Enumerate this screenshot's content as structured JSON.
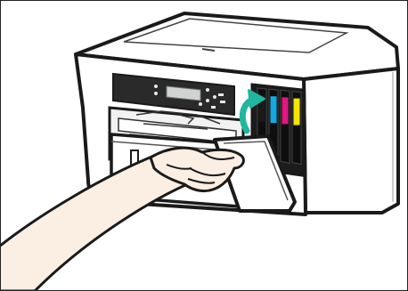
{
  "illustration": {
    "subject": "printer-ink-cartridge-cover",
    "ink_slots": [
      {
        "name": "black",
        "color": "#1a1a1a"
      },
      {
        "name": "cyan",
        "color": "#17a8e0"
      },
      {
        "name": "magenta",
        "color": "#e2177e"
      },
      {
        "name": "yellow",
        "color": "#f3e600"
      }
    ],
    "arrow_color": "#21b6a0",
    "outline_color": "#1a1a1a",
    "panel_color": "#2a2a2a",
    "screen_color": "#cfd3d3",
    "skin_color": "#fbeee3"
  }
}
